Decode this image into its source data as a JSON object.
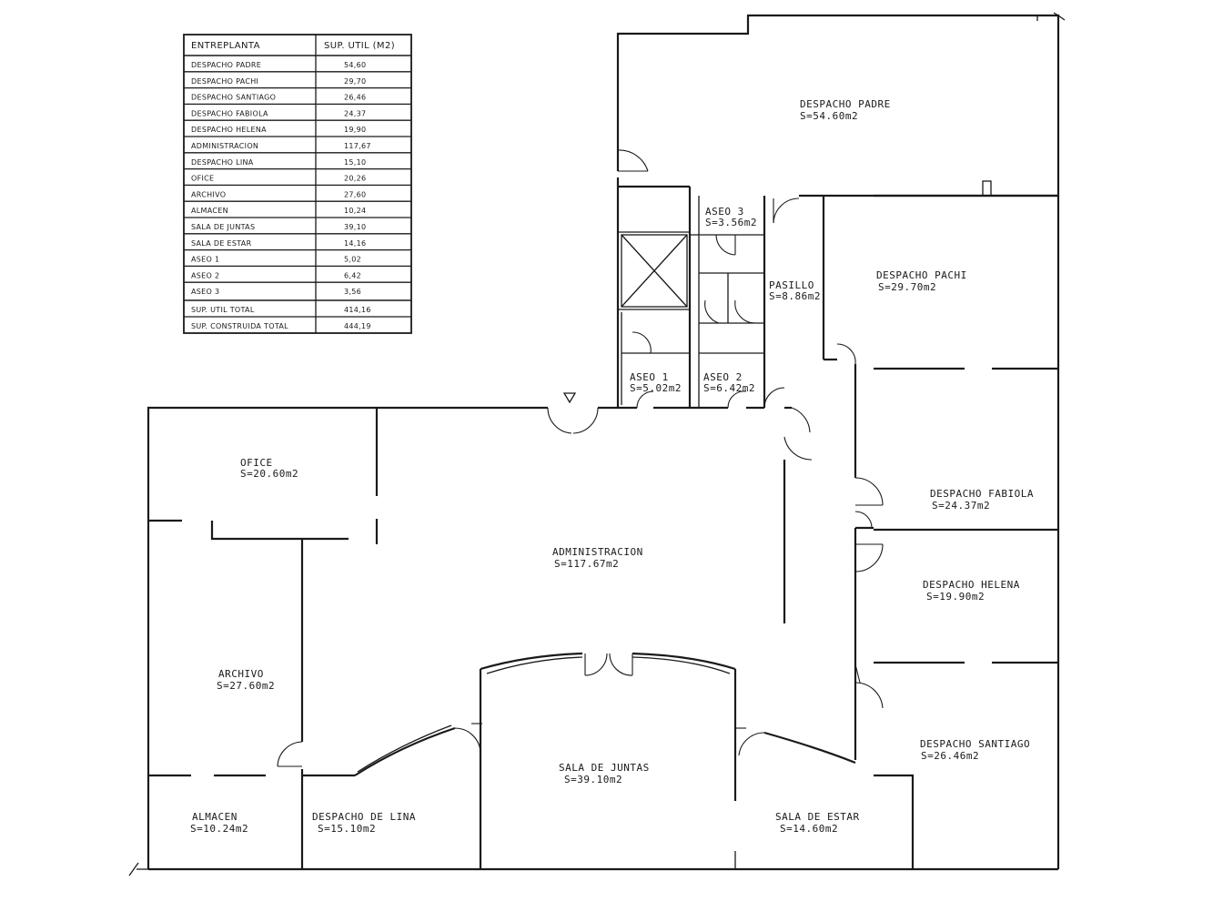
{
  "table": {
    "header": {
      "name": "ENTREPLANTA",
      "value": "SUP. UTIL (M2)"
    },
    "rows": [
      {
        "name": "DESPACHO PADRE",
        "value": "54,60"
      },
      {
        "name": "DESPACHO PACHI",
        "value": "29,70"
      },
      {
        "name": "DESPACHO SANTIAGO",
        "value": "26,46"
      },
      {
        "name": "DESPACHO FABIOLA",
        "value": "24,37"
      },
      {
        "name": "DESPACHO HELENA",
        "value": "19,90"
      },
      {
        "name": "ADMINISTRACION",
        "value": "117,67"
      },
      {
        "name": "DESPACHO LINA",
        "value": "15,10"
      },
      {
        "name": "OFICE",
        "value": "20,26"
      },
      {
        "name": "ARCHIVO",
        "value": "27,60"
      },
      {
        "name": "ALMACEN",
        "value": "10,24"
      },
      {
        "name": "SALA DE JUNTAS",
        "value": "39,10"
      },
      {
        "name": "SALA DE ESTAR",
        "value": "14,16"
      },
      {
        "name": "ASEO 1",
        "value": "5,02"
      },
      {
        "name": "ASEO 2",
        "value": "6,42"
      },
      {
        "name": "ASEO 3",
        "value": "3,56"
      }
    ],
    "totals": [
      {
        "name": "SUP. UTIL TOTAL",
        "value": "414,16"
      },
      {
        "name": "SUP. CONSTRUIDA TOTAL",
        "value": "444,19"
      }
    ]
  },
  "rooms": {
    "despacho_padre": {
      "name": "DESPACHO PADRE",
      "area": "S=54.60m2"
    },
    "aseo_3": {
      "name": "ASEO 3",
      "area": "S=3.56m2"
    },
    "pasillo": {
      "name": "PASILLO",
      "area": "S=8.86m2"
    },
    "despacho_pachi": {
      "name": "DESPACHO PACHI",
      "area": "S=29.70m2"
    },
    "aseo_1": {
      "name": "ASEO 1",
      "area": "S=5.02m2"
    },
    "aseo_2": {
      "name": "ASEO 2",
      "area": "S=6.42m2"
    },
    "ofice": {
      "name": "OFICE",
      "area": "S=20.60m2"
    },
    "administracion": {
      "name": "ADMINISTRACION",
      "area": "S=117.67m2"
    },
    "despacho_fabiola": {
      "name": "DESPACHO FABIOLA",
      "area": "S=24.37m2"
    },
    "despacho_helena": {
      "name": "DESPACHO HELENA",
      "area": "S=19.90m2"
    },
    "archivo": {
      "name": "ARCHIVO",
      "area": "S=27.60m2"
    },
    "despacho_santiago": {
      "name": "DESPACHO SANTIAGO",
      "area": "S=26.46m2"
    },
    "sala_de_juntas": {
      "name": "SALA DE JUNTAS",
      "area": "S=39.10m2"
    },
    "almacen": {
      "name": "ALMACEN",
      "area": "S=10.24m2"
    },
    "despacho_de_lina": {
      "name": "DESPACHO DE LINA",
      "area": "S=15.10m2"
    },
    "sala_de_estar": {
      "name": "SALA DE ESTAR",
      "area": "S=14.60m2"
    }
  },
  "colors": {
    "ink": "#1a1a1a",
    "paper": "#ffffff"
  }
}
